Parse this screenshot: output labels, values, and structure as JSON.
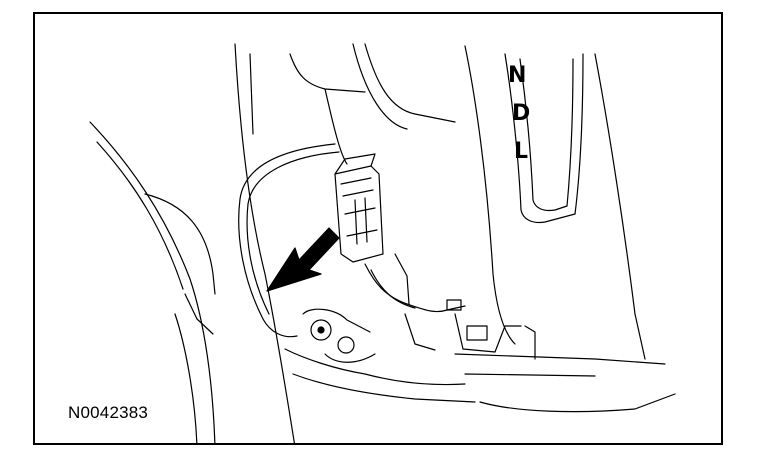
{
  "figure": {
    "id_label": "N0042383",
    "shift_positions": [
      "N",
      "D",
      "L"
    ],
    "colors": {
      "line": "#000000",
      "background": "#ffffff"
    }
  }
}
